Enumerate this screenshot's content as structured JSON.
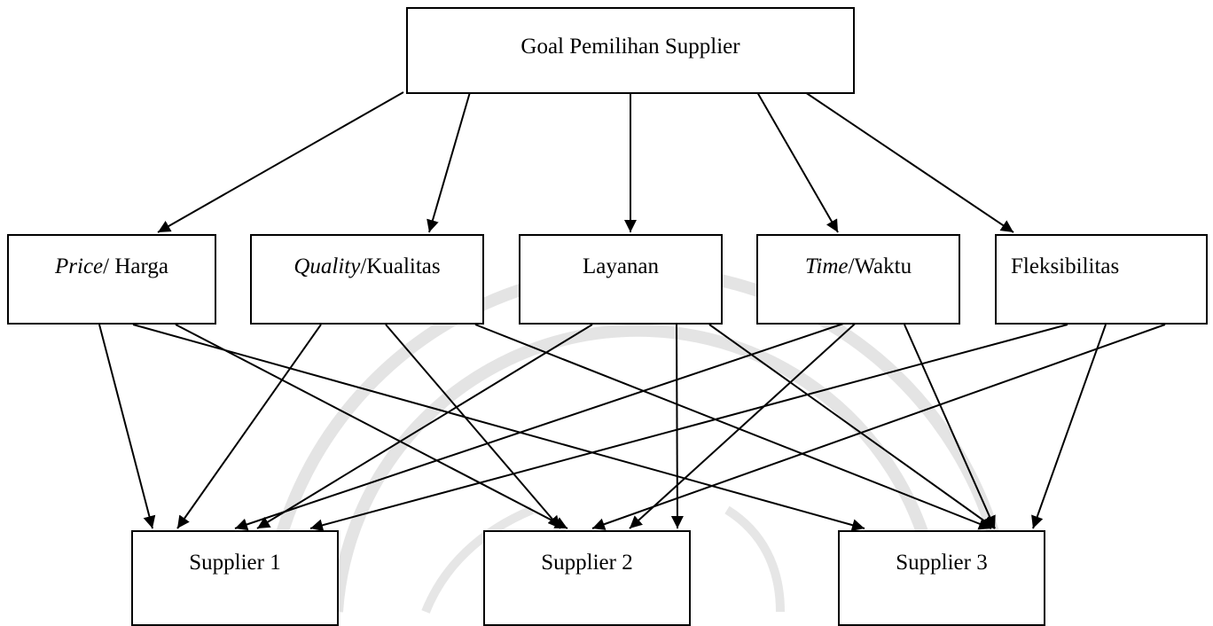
{
  "diagram": {
    "goal": {
      "label": "Goal Pemilihan Supplier"
    },
    "criteria": [
      {
        "id": "price",
        "italic": "Price",
        "rest": "/ Harga"
      },
      {
        "id": "quality",
        "italic": "Quality",
        "rest": "/Kualitas"
      },
      {
        "id": "layanan",
        "italic": "",
        "rest": "Layanan"
      },
      {
        "id": "time",
        "italic": "Time",
        "rest": "/Waktu"
      },
      {
        "id": "fleksibilitas",
        "italic": "",
        "rest": "Fleksibilitas"
      }
    ],
    "alternatives": [
      {
        "id": "supplier-1",
        "label": "Supplier 1"
      },
      {
        "id": "supplier-2",
        "label": "Supplier 2"
      },
      {
        "id": "supplier-3",
        "label": "Supplier 3"
      }
    ],
    "edges": [
      {
        "from": "goal",
        "to": "price"
      },
      {
        "from": "goal",
        "to": "quality"
      },
      {
        "from": "goal",
        "to": "layanan"
      },
      {
        "from": "goal",
        "to": "time"
      },
      {
        "from": "goal",
        "to": "fleksibilitas"
      },
      {
        "from": "price",
        "to": "supplier-1"
      },
      {
        "from": "price",
        "to": "supplier-2"
      },
      {
        "from": "price",
        "to": "supplier-3"
      },
      {
        "from": "quality",
        "to": "supplier-1"
      },
      {
        "from": "quality",
        "to": "supplier-2"
      },
      {
        "from": "quality",
        "to": "supplier-3"
      },
      {
        "from": "layanan",
        "to": "supplier-1"
      },
      {
        "from": "layanan",
        "to": "supplier-2"
      },
      {
        "from": "layanan",
        "to": "supplier-3"
      },
      {
        "from": "time",
        "to": "supplier-1"
      },
      {
        "from": "time",
        "to": "supplier-2"
      },
      {
        "from": "time",
        "to": "supplier-3"
      },
      {
        "from": "fleksibilitas",
        "to": "supplier-1"
      },
      {
        "from": "fleksibilitas",
        "to": "supplier-2"
      },
      {
        "from": "fleksibilitas",
        "to": "supplier-3"
      }
    ],
    "colors": {
      "line": "#000000",
      "box_border": "#000000",
      "watermark": "#e6e6e6"
    }
  }
}
